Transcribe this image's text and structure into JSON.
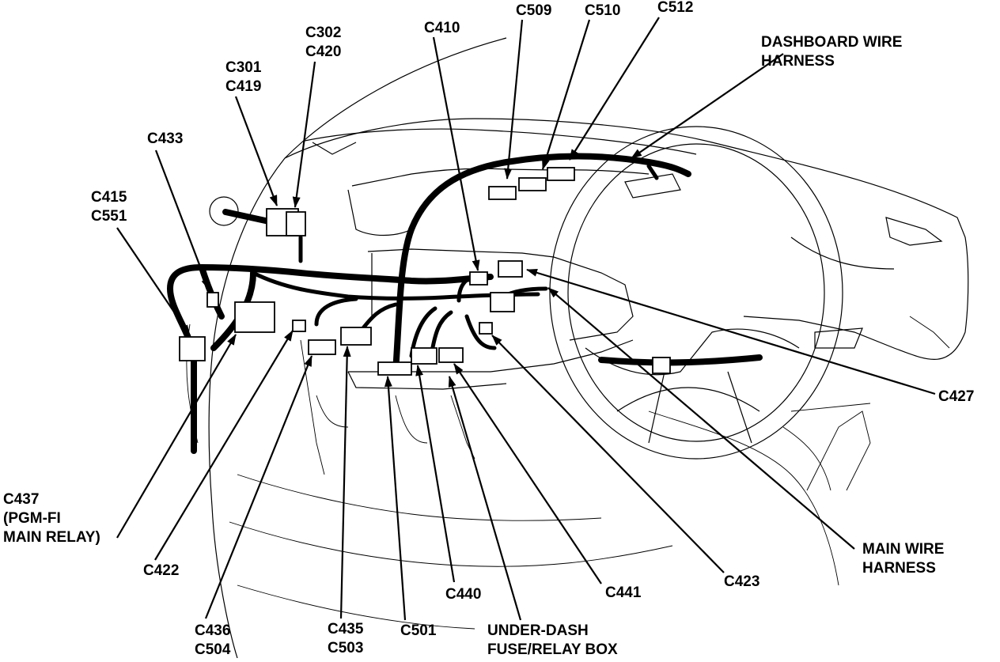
{
  "labels": [
    {
      "id": "c509",
      "lines": [
        "C509"
      ]
    },
    {
      "id": "c510",
      "lines": [
        "C510"
      ]
    },
    {
      "id": "c512",
      "lines": [
        "C512"
      ]
    },
    {
      "id": "c410",
      "lines": [
        "C410"
      ]
    },
    {
      "id": "c302",
      "lines": [
        "C302",
        "C420"
      ]
    },
    {
      "id": "c301",
      "lines": [
        "C301",
        "C419"
      ]
    },
    {
      "id": "c433",
      "lines": [
        "C433"
      ]
    },
    {
      "id": "c415",
      "lines": [
        "C415",
        "C551"
      ]
    },
    {
      "id": "dash",
      "lines": [
        "DASHBOARD WIRE",
        "HARNESS"
      ]
    },
    {
      "id": "c427",
      "lines": [
        "C427"
      ]
    },
    {
      "id": "main",
      "lines": [
        "MAIN WIRE",
        "HARNESS"
      ]
    },
    {
      "id": "c437",
      "lines": [
        "C437",
        "(PGM-FI",
        "MAIN RELAY)"
      ]
    },
    {
      "id": "c422",
      "lines": [
        "C422"
      ]
    },
    {
      "id": "c436",
      "lines": [
        "C436",
        "C504"
      ]
    },
    {
      "id": "c435",
      "lines": [
        "C435",
        "C503"
      ]
    },
    {
      "id": "c501",
      "lines": [
        "C501"
      ]
    },
    {
      "id": "c440",
      "lines": [
        "C440"
      ]
    },
    {
      "id": "fuse",
      "lines": [
        "UNDER-DASH",
        "FUSE/RELAY BOX"
      ]
    },
    {
      "id": "c441",
      "lines": [
        "C441"
      ]
    },
    {
      "id": "c423",
      "lines": [
        "C423"
      ]
    }
  ]
}
